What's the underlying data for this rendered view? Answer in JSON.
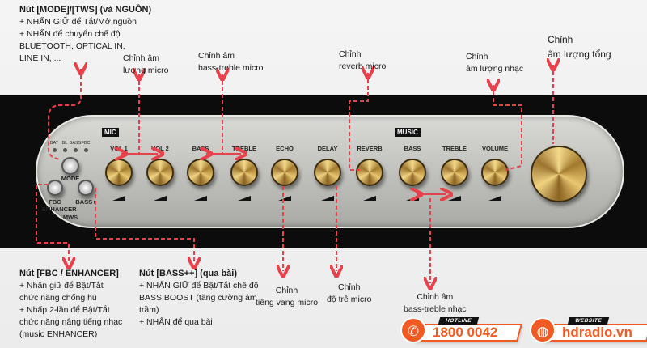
{
  "annotations": {
    "mode": {
      "title": "Nút [MODE]/[TWS] (và NGUỒN)",
      "lines": [
        "+ NHẤN GIỮ để Tắt/Mở nguồn",
        "+ NHẤN để chuyển chế độ",
        "BLUETOOTH, OPTICAL IN,",
        "LINE IN, ..."
      ]
    },
    "mic_volume": [
      "Chỉnh âm",
      "lượng micro"
    ],
    "mic_bass_treble": [
      "Chỉnh âm",
      "bass-treble micro"
    ],
    "reverb": [
      "Chỉnh",
      "reverb micro"
    ],
    "music_volume": [
      "Chỉnh",
      "âm lượng nhạc"
    ],
    "master_volume": [
      "Chỉnh",
      "âm lượng tổng"
    ],
    "fbc": {
      "title": "Nút [FBC / ENHANCER]",
      "lines": [
        "+ Nhấn giữ để Bật/Tắt",
        "chức năng chống hú",
        "+ Nhấp 2-lần để Bật/Tắt",
        "chức năng nâng tiếng nhạc",
        "(music ENHANCER)"
      ]
    },
    "bass_plus": {
      "title": "Nút [BASS++] (qua bài)",
      "lines": [
        "+ NHẤN GIỮ để Bật/Tắt chế độ",
        "BASS BOOST (tăng cường âm",
        "trầm)",
        "+ NHẤN để qua bài"
      ]
    },
    "echo": [
      "Chỉnh",
      "tiếng vang micro"
    ],
    "delay": [
      "Chỉnh",
      "độ trễ micro"
    ],
    "music_bass_treble": [
      "Chỉnh âm",
      "bass-treble nhạc"
    ]
  },
  "panel": {
    "mic_badge": "MIC",
    "music_badge": "MUSIC",
    "indicators": [
      "BAT",
      "BL",
      "BASS",
      "FBC"
    ],
    "mode_label": "MODE",
    "fbc_label": "FBC ENHANCER",
    "bass_label": "BASS+",
    "tws_label": "MWS",
    "knobs": [
      "VOL 1",
      "VOL 2",
      "BASS",
      "TREBLE",
      "ECHO",
      "DELAY",
      "REVERB",
      "BASS",
      "TREBLE",
      "VOLUME"
    ]
  },
  "contacts": {
    "hotline": {
      "tag": "HOTLINE",
      "value": "1800 0042",
      "icon": "phone-icon"
    },
    "website": {
      "tag": "WEBSITE",
      "value": "hdradio.vn",
      "icon": "globe-icon"
    }
  },
  "colors": {
    "arrow": "#e8414b",
    "accent": "#f15a22"
  }
}
